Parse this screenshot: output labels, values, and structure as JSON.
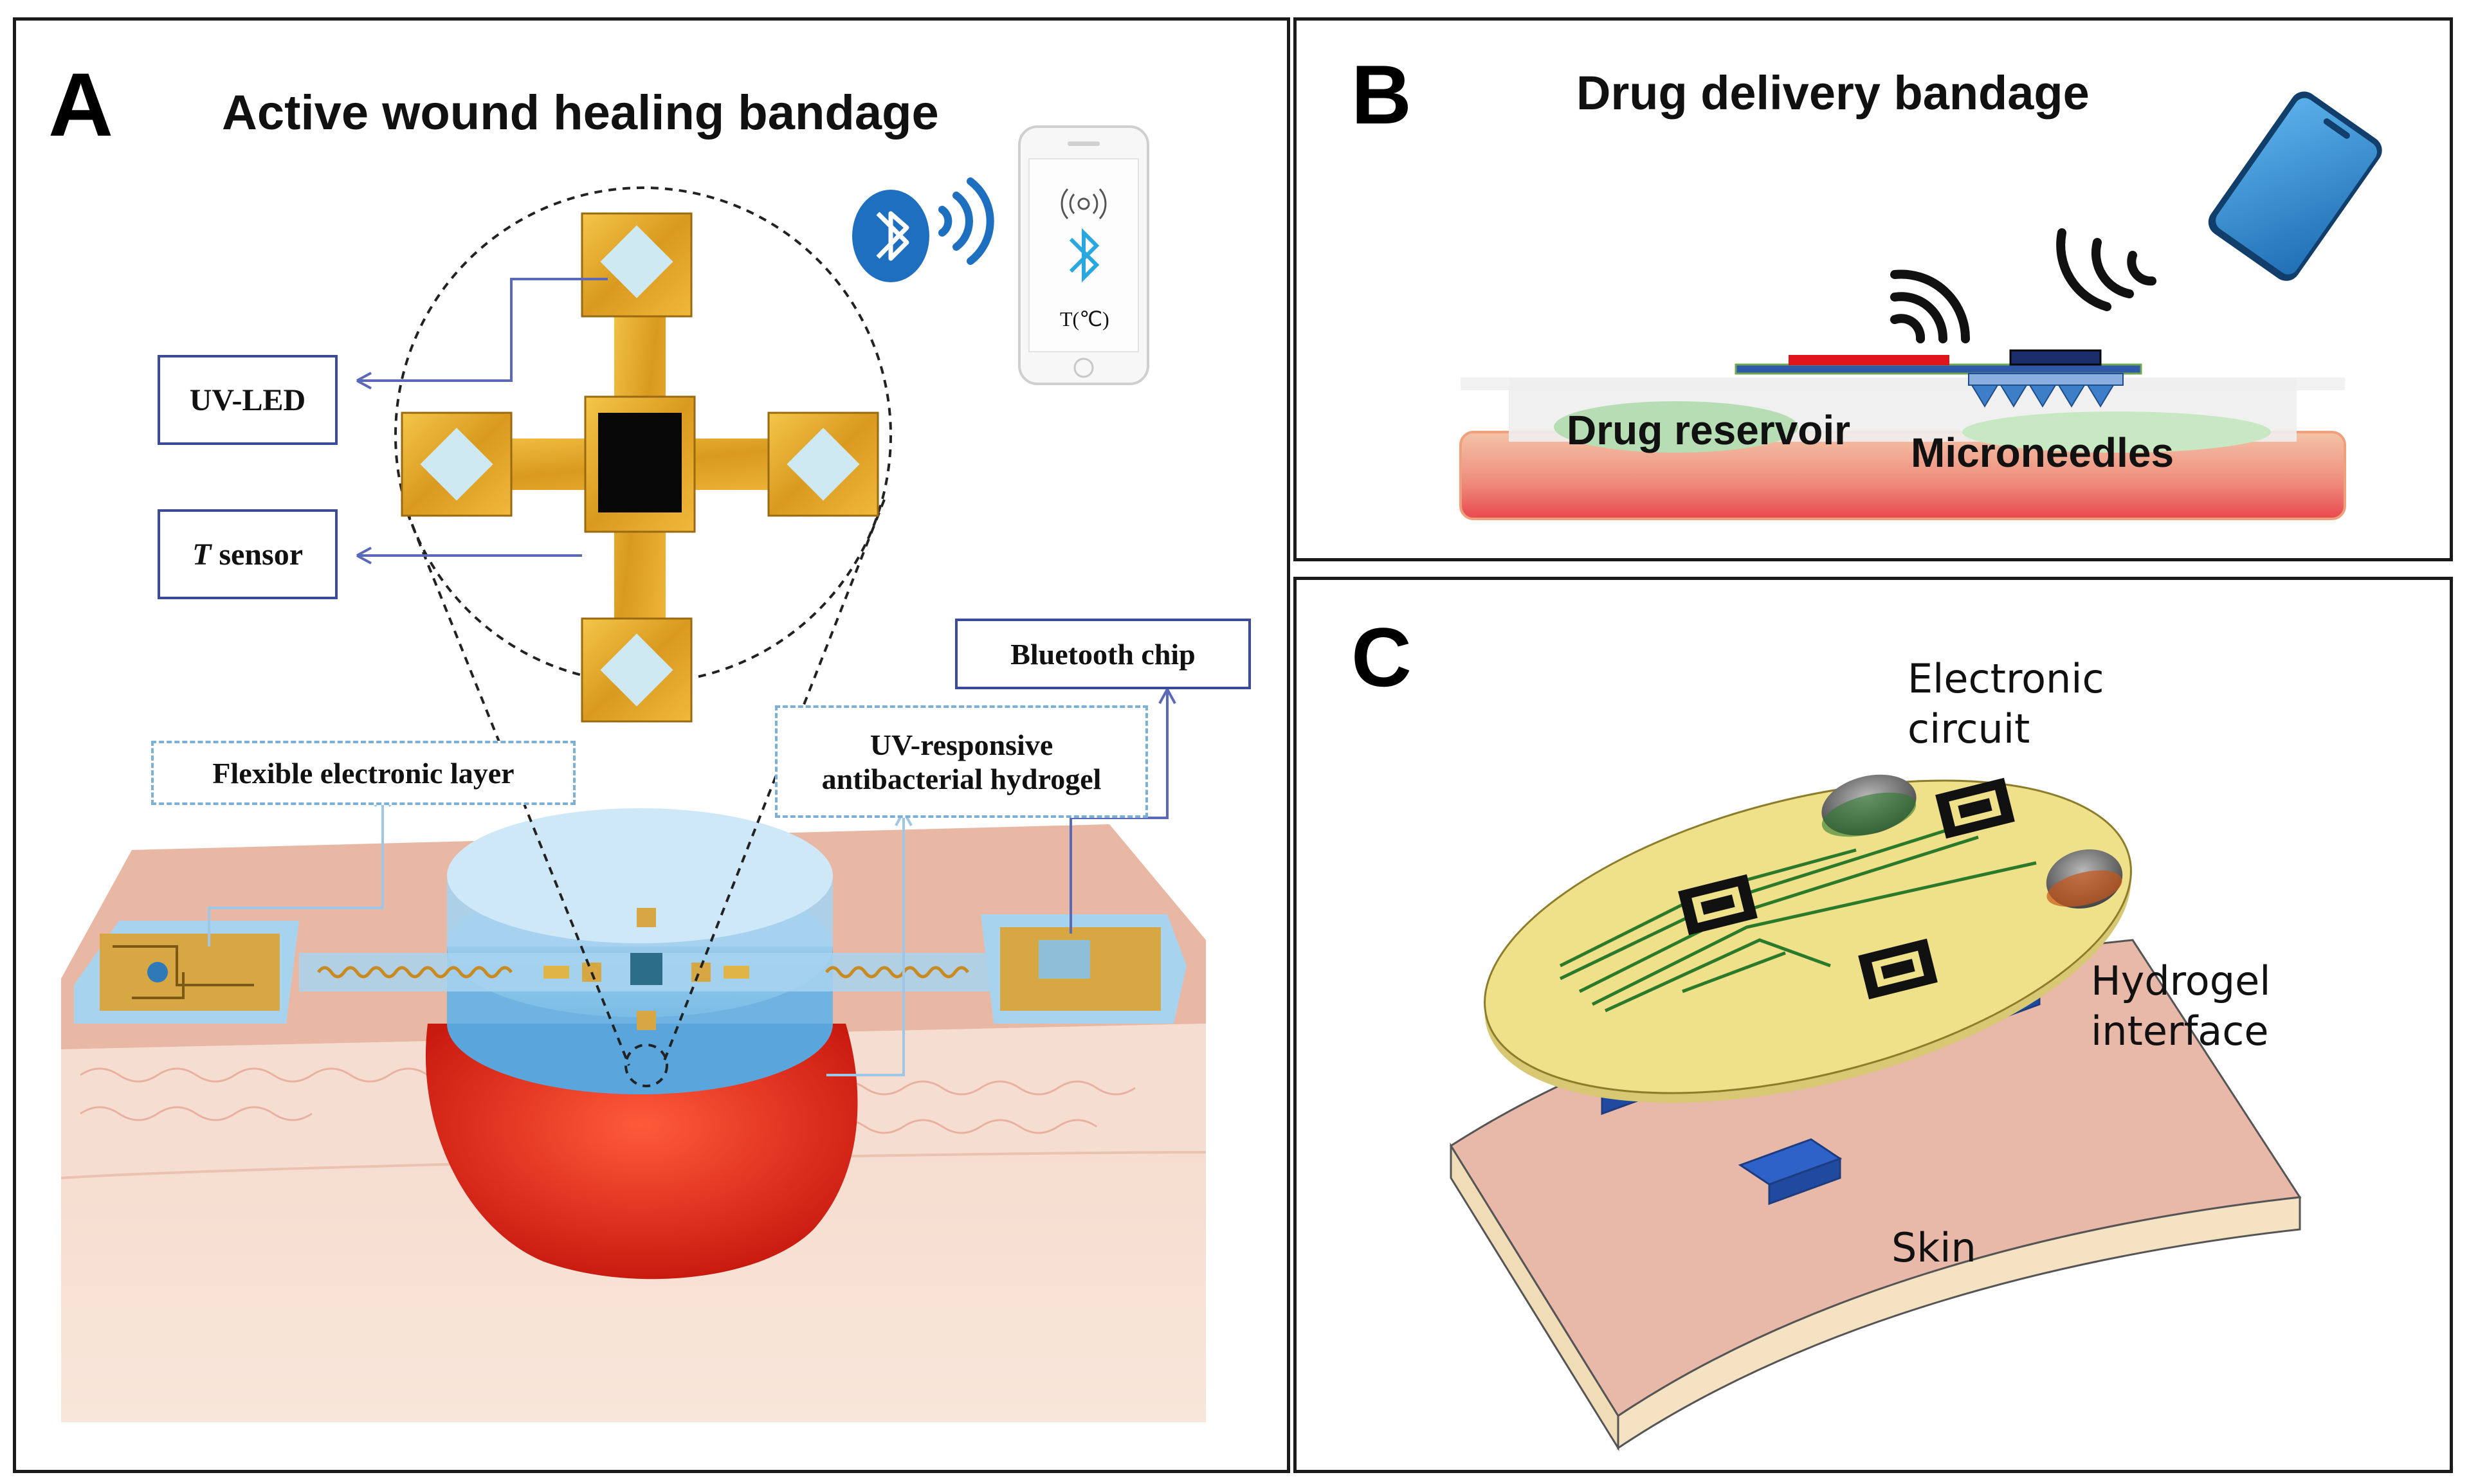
{
  "panel_a": {
    "letter": "A",
    "title": "Active wound healing bandage",
    "phone_readout": "T(℃)",
    "labels": {
      "uv_led": "UV-LED",
      "t_sensor_italic": "T",
      "t_sensor_rest": " sensor",
      "bluetooth_chip": "Bluetooth chip",
      "flexible_layer": "Flexible electronic layer",
      "hydrogel_line1": "UV-responsive",
      "hydrogel_line2": "antibacterial hydrogel"
    },
    "icons": [
      "bluetooth-icon",
      "wireless-signal-icon",
      "smartphone-icon"
    ]
  },
  "panel_b": {
    "letter": "B",
    "title": "Drug delivery bandage",
    "labels": {
      "drug_reservoir": "Drug reservoir",
      "microneedles": "Microneedles"
    },
    "colors": {
      "skin": "#e88a7a",
      "patch": "#3a6fb0",
      "heater": "#e0151b",
      "phone": "#2f7fc4"
    }
  },
  "panel_c": {
    "letter": "C",
    "labels": {
      "circuit_line1": "Electronic",
      "circuit_line2": "circuit",
      "hydrogel_line1": "Hydrogel",
      "hydrogel_line2": "interface",
      "skin": "Skin"
    },
    "colors": {
      "disc": "#efe08a",
      "hydrogel": "#2f62c8",
      "skin": "#e8b8a8"
    }
  }
}
